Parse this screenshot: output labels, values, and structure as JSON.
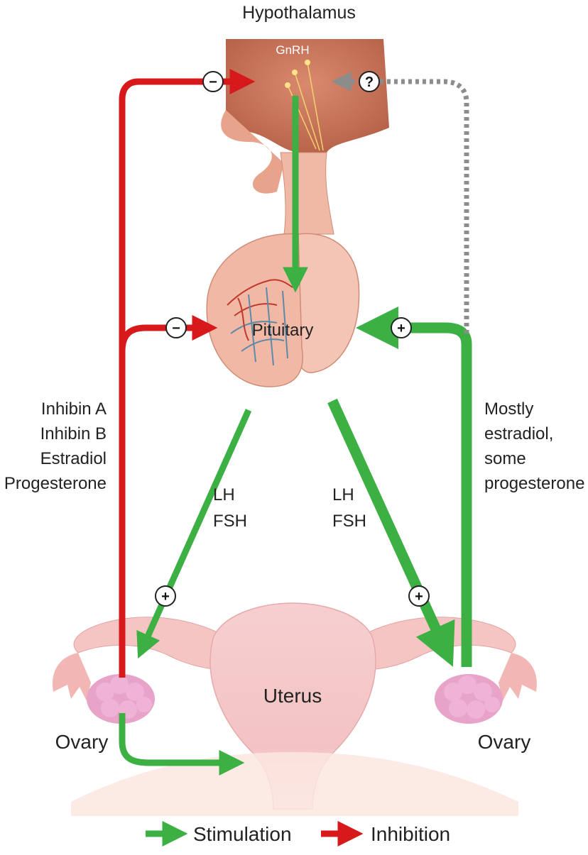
{
  "diagram": {
    "labels": {
      "hypothalamus": "Hypothalamus",
      "gnrh": "GnRH",
      "pituitary": "Pituitary",
      "uterus": "Uterus",
      "ovary_left": "Ovary",
      "ovary_right": "Ovary",
      "lh_left": "LH",
      "fsh_left": "FSH",
      "lh_right": "LH",
      "fsh_right": "FSH"
    },
    "inhibitors": [
      "Inhibin A",
      "Inhibin B",
      "Estradiol",
      "Progesterone"
    ],
    "stimulators": [
      "Mostly",
      "estradiol,",
      "some",
      "progesterone"
    ],
    "signs": {
      "minus": "−",
      "plus": "+",
      "unknown": "?"
    },
    "legend": {
      "stimulation": "Stimulation",
      "inhibition": "Inhibition"
    },
    "colors": {
      "stimulation": "#3cb043",
      "inhibition": "#d7191c",
      "unknown": "#8c8c8c",
      "tissue": "#f2b5a5",
      "tissue_dark": "#c9775f",
      "uterus": "#f4c2c5"
    }
  }
}
